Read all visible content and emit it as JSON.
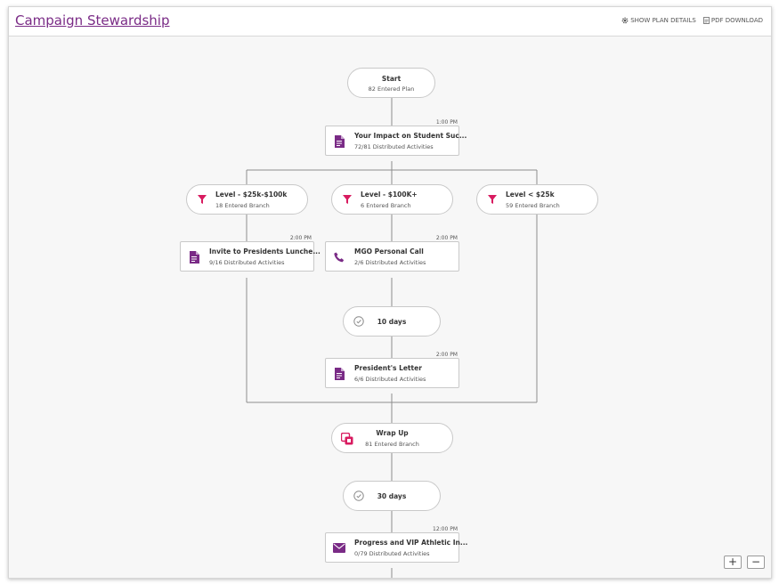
{
  "header": {
    "title": "Campaign Stewardship",
    "show_plan_details": "SHOW PLAN DETAILS",
    "pdf_download": "PDF DOWNLOAD"
  },
  "colors": {
    "brand": "#7a2b86",
    "filter": "#d81b60",
    "line": "#8c8c8c"
  },
  "flow": {
    "start": {
      "title": "Start",
      "sub": "82 Entered Plan"
    },
    "impact": {
      "time": "1:00 PM",
      "title": "Your Impact on Student Suc...",
      "sub": "72/81 Distributed Activities",
      "icon": "document-icon"
    },
    "branch1": {
      "title": "Level - $25k-$100k",
      "sub": "18 Entered Branch",
      "icon": "filter-icon"
    },
    "branch2": {
      "title": "Level - $100K+",
      "sub": "6 Entered Branch",
      "icon": "filter-icon"
    },
    "branch3": {
      "title": "Level < $25k",
      "sub": "59 Entered Branch",
      "icon": "filter-icon"
    },
    "invite": {
      "time": "2:00 PM",
      "title": "Invite to Presidents Lunche...",
      "sub": "9/16 Distributed Activities",
      "icon": "document-icon"
    },
    "mgo": {
      "time": "2:00 PM",
      "title": "MGO Personal Call",
      "sub": "2/6 Distributed Activities",
      "icon": "phone-icon"
    },
    "wait1": {
      "title": "10 days",
      "icon": "clock-icon"
    },
    "letter": {
      "time": "2:00 PM",
      "title": "President's Letter",
      "sub": "6/6 Distributed Activities",
      "icon": "document-icon"
    },
    "wrap": {
      "title": "Wrap Up",
      "sub": "81 Entered Branch",
      "icon": "merge-icon"
    },
    "wait2": {
      "title": "30 days",
      "icon": "clock-icon"
    },
    "progress": {
      "time": "12:00 PM",
      "title": "Progress and VIP Athletic In...",
      "sub": "0/79 Distributed Activities",
      "icon": "mail-icon"
    }
  },
  "zoom": {
    "in": "+",
    "out": "−"
  }
}
